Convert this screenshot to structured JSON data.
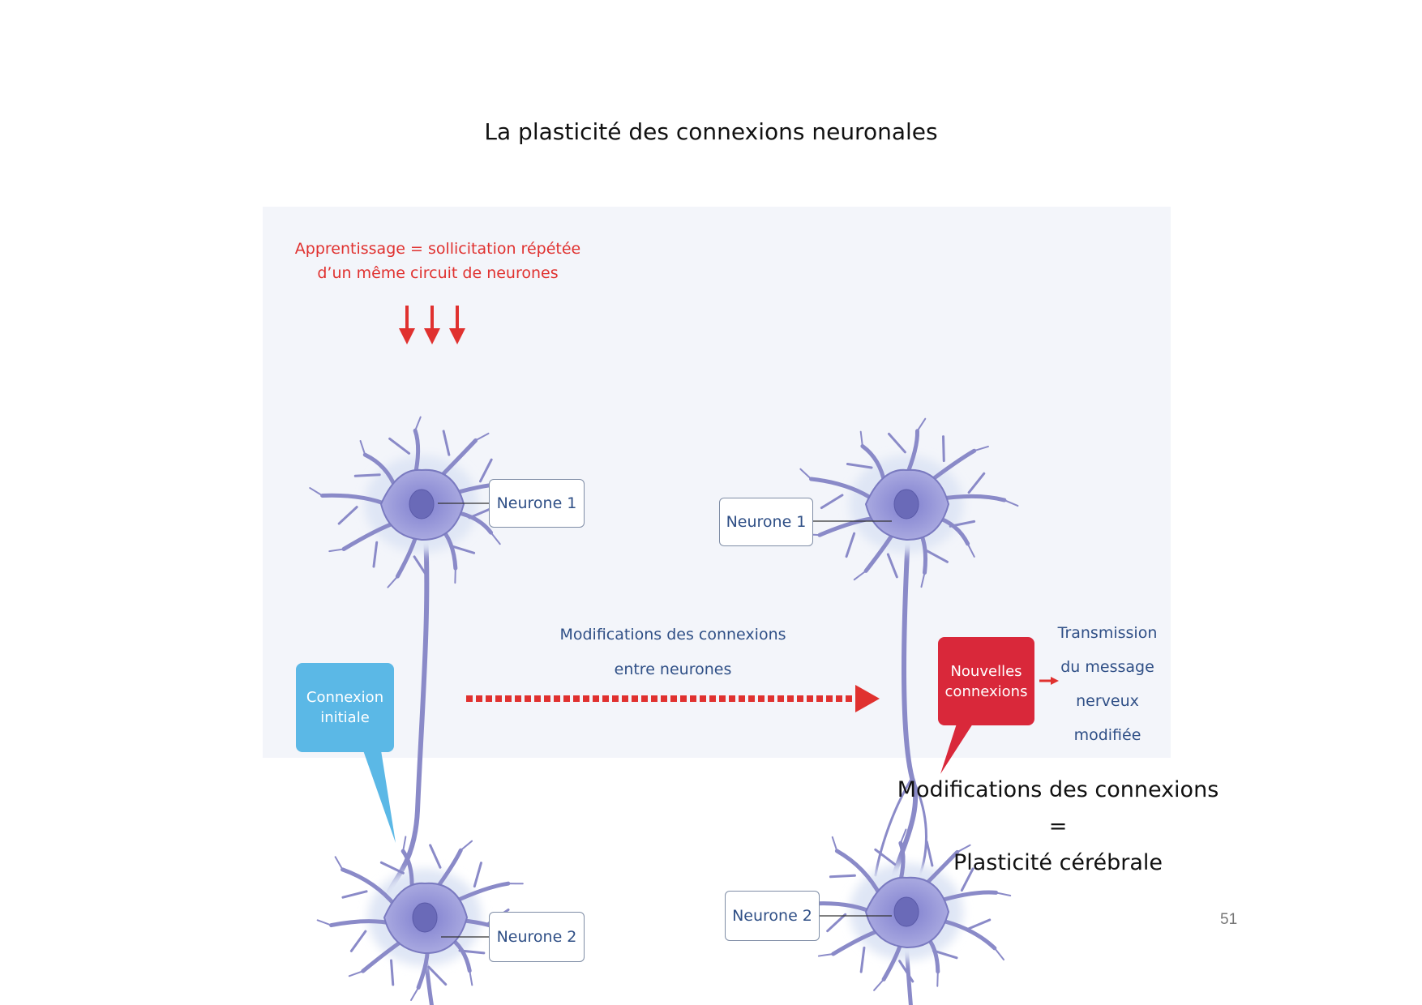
{
  "slide": {
    "title": "La plasticité des connexions neuronales",
    "page_number": "51"
  },
  "figure": {
    "learning_line1": "Apprentissage = sollicitation répétée",
    "learning_line2": "d’un même circuit de neurones",
    "left_neuron1": "Neurone 1",
    "left_neuron2": "Neurone 2",
    "initial_line1": "Connexion",
    "initial_line2": "initiale",
    "modif_line1": "Modifications des connexions",
    "modif_line2": "entre neurones",
    "right_neuron1": "Neurone 1",
    "right_neuron2": "Neurone 2",
    "new_line1": "Nouvelles",
    "new_line2": "connexions",
    "transmission": [
      "Transmission",
      "du message",
      "nerveux",
      "modifiée"
    ],
    "colors": {
      "accent_red": "#e0312f",
      "bubble_blue": "#5bb8e6",
      "neuron": "#9b9bd8",
      "text_blue": "#2f4f86"
    }
  },
  "conclusion": {
    "line1": "Modifications des connexions",
    "line2": "=",
    "line3": "Plasticité cérébrale"
  }
}
